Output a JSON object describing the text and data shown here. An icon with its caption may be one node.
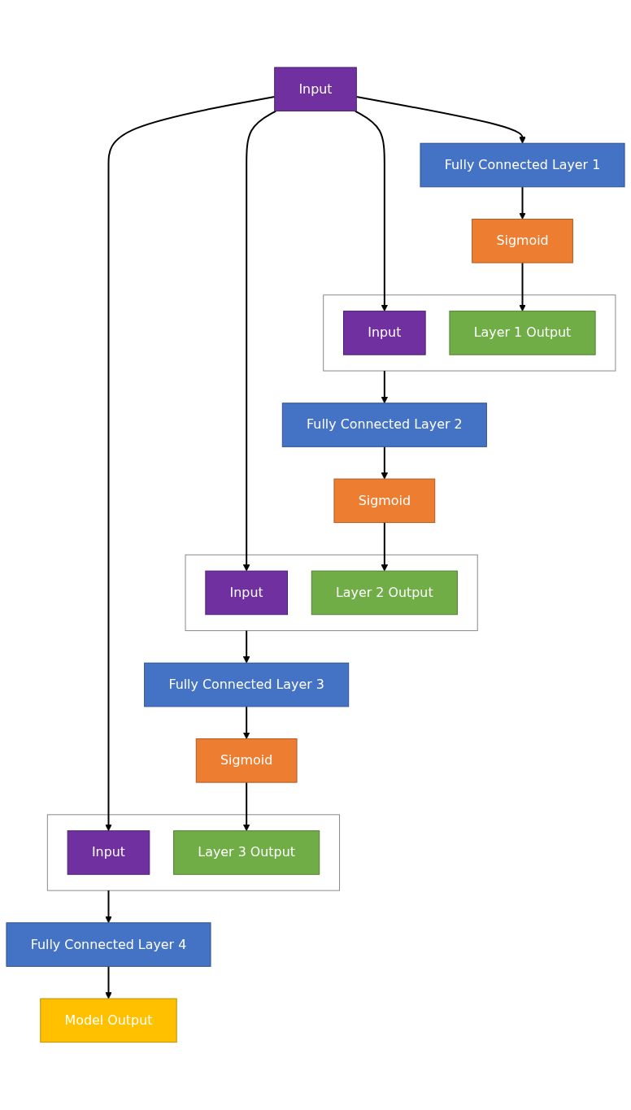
{
  "diagram": {
    "nodes": [
      {
        "text": [
          "Input"
        ]
      },
      {
        "text": [
          "Fully Connected Layer 1"
        ]
      },
      {
        "text": [
          "Sigmoid"
        ]
      },
      {
        "text": [],
        "shape": "bracket"
      },
      {
        "text": [
          "Input"
        ],
        "in": 3
      },
      {
        "text": [
          "Layer 1 Output"
        ],
        "in": 3
      },
      {
        "text": [
          "Fully Connected Layer 2"
        ]
      },
      {
        "text": [
          "Sigmoid"
        ]
      },
      {
        "text": [],
        "shape": "bracket"
      },
      {
        "text": [
          "Input"
        ],
        "in": 8
      },
      {
        "text": [
          "Layer 2 Output"
        ],
        "in": 8
      },
      {
        "text": [
          "Fully Connected Layer 3"
        ]
      },
      {
        "text": [
          "Sigmoid"
        ]
      },
      {
        "text": [],
        "shape": "bracket"
      },
      {
        "text": [
          "Input"
        ],
        "in": 13
      },
      {
        "text": [
          "Layer 3 Output"
        ],
        "in": 13
      },
      {
        "text": [
          "Fully Connected Layer 4"
        ]
      },
      {
        "text": [
          "Model Output"
        ]
      }
    ],
    "edges": [
      {
        "from": 0,
        "to": 1,
        "arrow": "to"
      },
      {
        "from": 1,
        "to": 2,
        "arrow": "to"
      },
      {
        "from": 2,
        "to": 5,
        "arrow": "to"
      },
      {
        "from": 0,
        "to": 4,
        "arrow": "to"
      },
      {
        "from": 3,
        "to": 6,
        "arrow": "to"
      },
      {
        "from": 6,
        "to": 7,
        "arrow": "to"
      },
      {
        "from": 7,
        "to": 10,
        "arrow": "to"
      },
      {
        "from": 0,
        "to": 9,
        "arrow": "to"
      },
      {
        "from": 8,
        "to": 11,
        "arrow": "to"
      },
      {
        "from": 11,
        "to": 12,
        "arrow": "to"
      },
      {
        "from": 12,
        "to": 15,
        "arrow": "to"
      },
      {
        "from": 0,
        "to": 14,
        "arrow": "to"
      },
      {
        "from": 13,
        "to": 16,
        "arrow": "to"
      },
      {
        "from": 16,
        "to": 17,
        "arrow": "to"
      }
    ]
  }
}
